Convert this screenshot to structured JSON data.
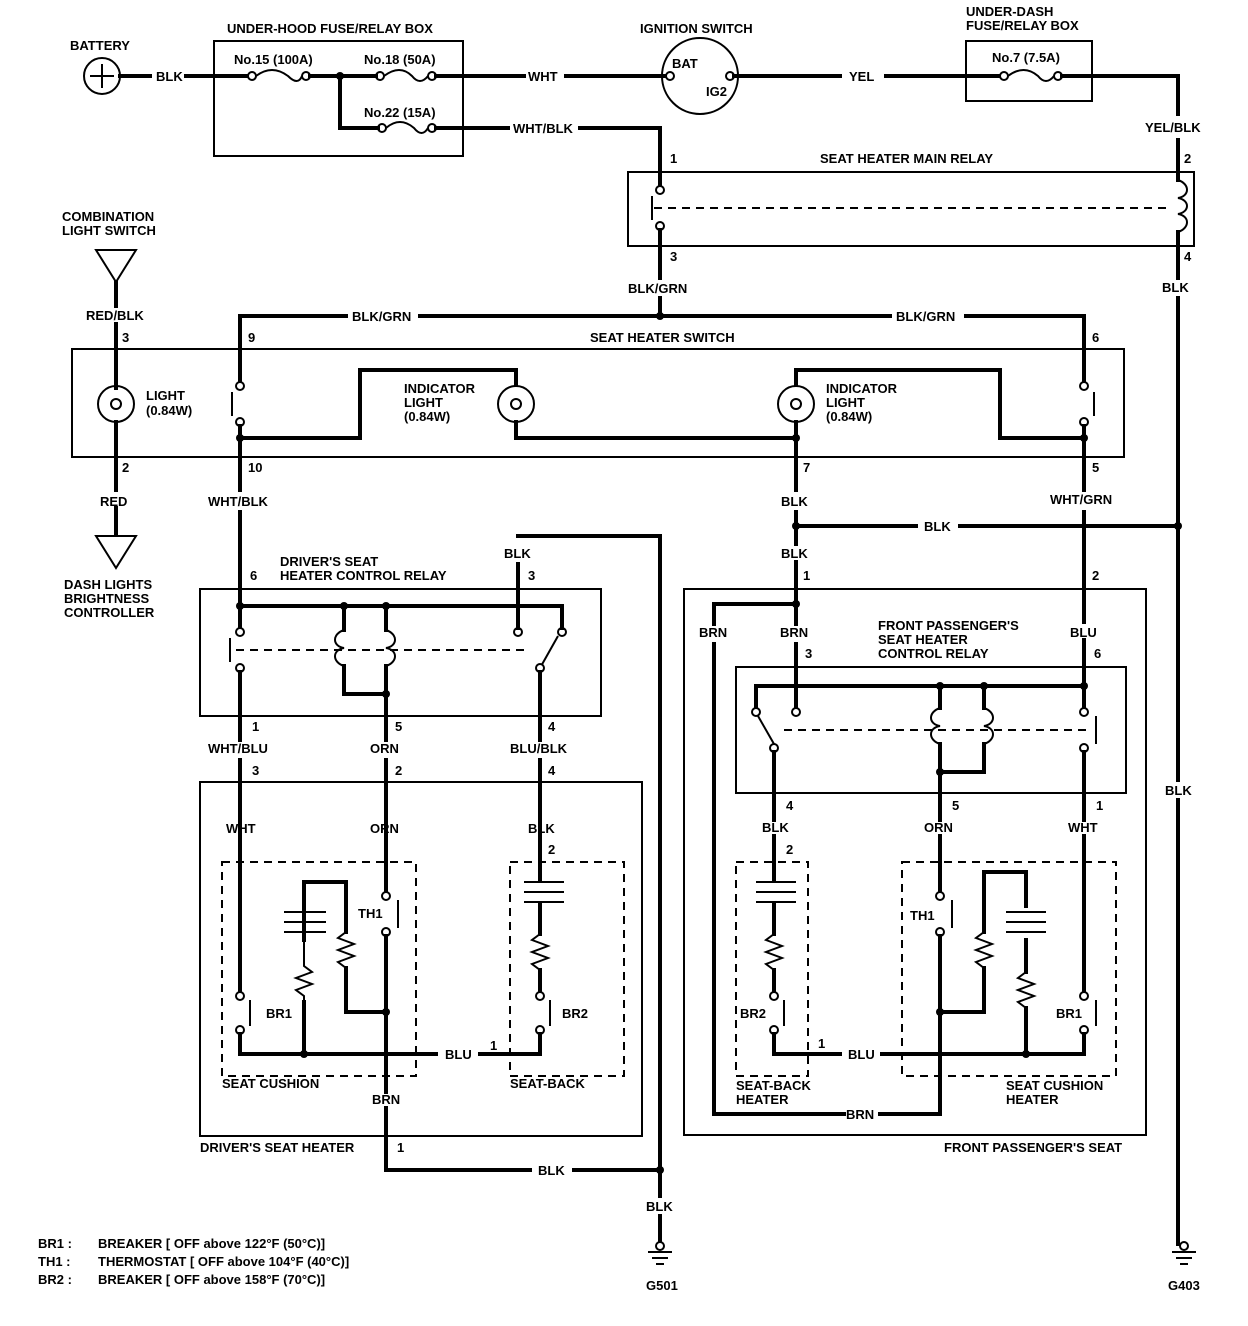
{
  "components": {
    "battery": "BATTERY",
    "underhood_box": "UNDER-HOOD FUSE/RELAY BOX",
    "fuse15": "No.15 (100A)",
    "fuse18": "No.18 (50A)",
    "fuse22": "No.22 (15A)",
    "ignition_switch": "IGNITION SWITCH",
    "bat": "BAT",
    "ig2": "IG2",
    "underdash_box_1": "UNDER-DASH",
    "underdash_box_2": "FUSE/RELAY BOX",
    "fuse7": "No.7 (7.5A)",
    "main_relay": "SEAT HEATER MAIN RELAY",
    "combo_switch_1": "COMBINATION",
    "combo_switch_2": "LIGHT SWITCH",
    "seat_heater_switch": "SEAT HEATER SWITCH",
    "light_1": "LIGHT",
    "light_2": "(0.84W)",
    "indicator_1": "INDICATOR",
    "indicator_2": "LIGHT",
    "indicator_3": "(0.84W)",
    "dash_controller_1": "DASH LIGHTS",
    "dash_controller_2": "BRIGHTNESS",
    "dash_controller_3": "CONTROLLER",
    "driver_relay_1": "DRIVER'S SEAT",
    "driver_relay_2": "HEATER CONTROL RELAY",
    "pass_relay_1": "FRONT PASSENGER'S",
    "pass_relay_2": "SEAT HEATER",
    "pass_relay_3": "CONTROL RELAY",
    "seat_cushion": "SEAT CUSHION",
    "seat_back": "SEAT-BACK",
    "driver_heater": "DRIVER'S SEAT HEATER",
    "pass_back_1": "SEAT-BACK",
    "pass_back_2": "HEATER",
    "pass_cushion_1": "SEAT CUSHION",
    "pass_cushion_2": "HEATER",
    "pass_seat": "FRONT PASSENGER'S SEAT",
    "th1": "TH1",
    "br1": "BR1",
    "br2": "BR2",
    "g501": "G501",
    "g403": "G403"
  },
  "wires": {
    "blk": "BLK",
    "wht": "WHT",
    "yel": "YEL",
    "wht_blk": "WHT/BLK",
    "yel_blk": "YEL/BLK",
    "blk_grn": "BLK/GRN",
    "red_blk": "RED/BLK",
    "red": "RED",
    "wht_grn": "WHT/GRN",
    "brn": "BRN",
    "blu": "BLU",
    "wht_blu": "WHT/BLU",
    "orn": "ORN",
    "blu_blk": "BLU/BLK"
  },
  "pins": {
    "p1": "1",
    "p2": "2",
    "p3": "3",
    "p4": "4",
    "p5": "5",
    "p6": "6",
    "p7": "7",
    "p9": "9",
    "p10": "10"
  },
  "legend": [
    {
      "code": "BR1 :",
      "desc": "BREAKER [ OFF above 122°F (50°C)]"
    },
    {
      "code": "TH1 :",
      "desc": "THERMOSTAT [ OFF above 104°F (40°C)]"
    },
    {
      "code": "BR2 :",
      "desc": "BREAKER [ OFF above 158°F (70°C)]"
    }
  ]
}
